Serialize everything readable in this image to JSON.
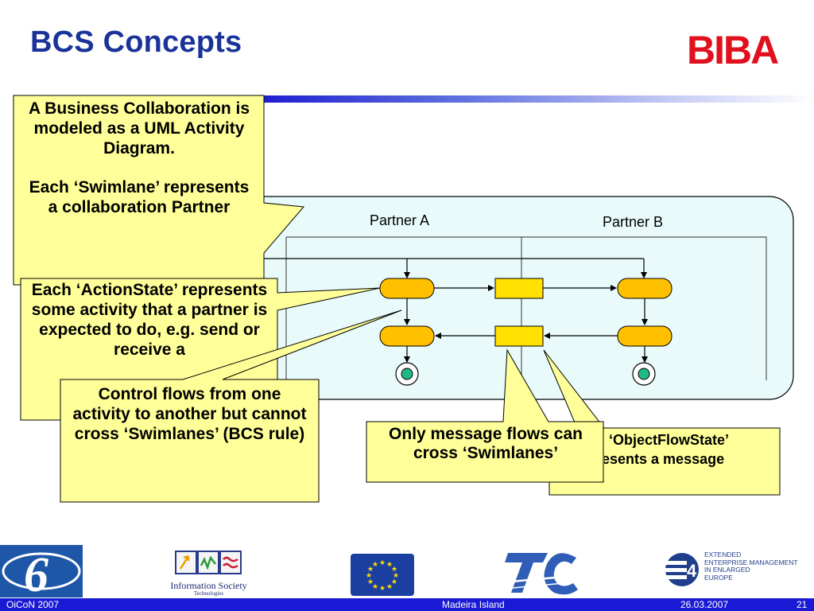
{
  "slide": {
    "title": "BCS Concepts",
    "logo_text": "BIBA"
  },
  "diagram": {
    "partner_a": "Partner A",
    "partner_b": "Partner B"
  },
  "callouts": {
    "business_collab": {
      "line1": "A Business Collaboration is modeled as a UML Activity Diagram.",
      "line2": "Each ‘Swimlane’ represents a collaboration Partner"
    },
    "action_state": "Each ‘ActionState’ represents some activity that a partner is expected to do, e.g. send or receive a",
    "control_flows": "Control flows from one activity to another but cannot cross ‘Swimlanes’ (BCS rule)",
    "message_flows": "Only message flows can cross ‘Swimlanes’",
    "object_flow_state": "n ‘ObjectFlowState’ resents a message"
  },
  "logos": {
    "info_society_line1": "Information Society",
    "info_society_line2": "Technologies",
    "e4_line1": "EXTENDED",
    "e4_line2": "ENTERPRISE MANAGEMENT",
    "e4_line3": "IN ENLARGED",
    "e4_line4": "EUROPE"
  },
  "footer": {
    "left": "OiCoN 2007",
    "center": "Madeira Island",
    "date": "26.03.2007",
    "page": "21"
  },
  "colors": {
    "title": "#1a3399",
    "biba_red": "#e0101e",
    "callout_fill": "#ffff99",
    "action_fill": "#ffc000",
    "object_fill": "#ffe000",
    "final_node": "#22b884",
    "diagram_bg": "#e8fafa",
    "footer_bar": "#1a1ad4"
  }
}
